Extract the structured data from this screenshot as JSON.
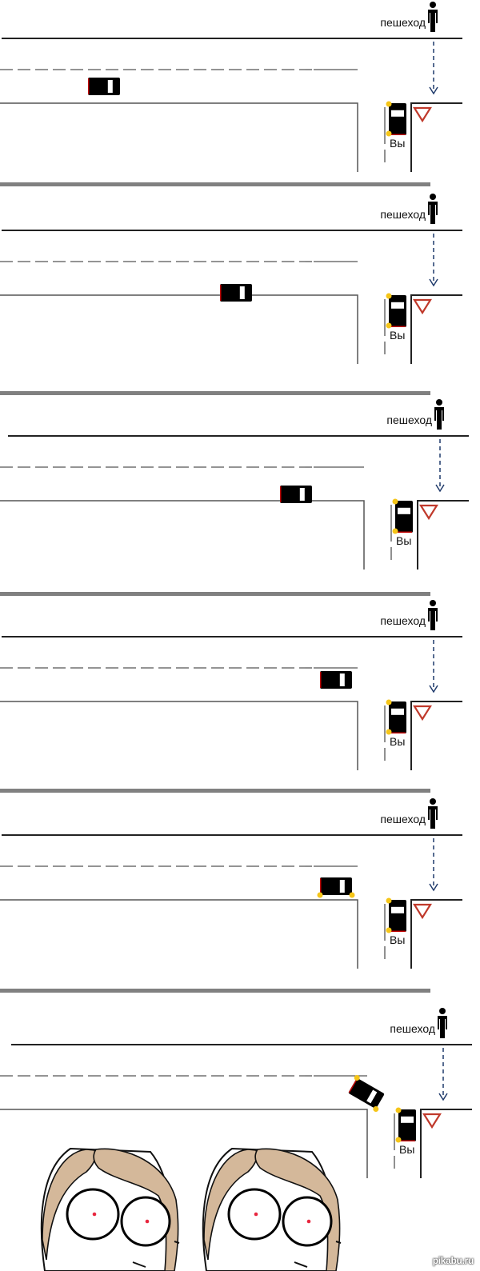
{
  "comic": {
    "pedestrian_label": "пешеход",
    "you_label": "Вы",
    "panel_count": 6
  },
  "watermark": "pikabu.ru",
  "colors": {
    "road_line": "#222222",
    "lane_dash": "#555555",
    "separator": "#808080",
    "car_body": "#000000",
    "indicator": "#f5c518",
    "brake_red": "#c00000",
    "yield_sign": "#c0392b",
    "arrow": "#1f3a6b",
    "hair": "#d4b89a",
    "eye_red": "#e8273f"
  }
}
